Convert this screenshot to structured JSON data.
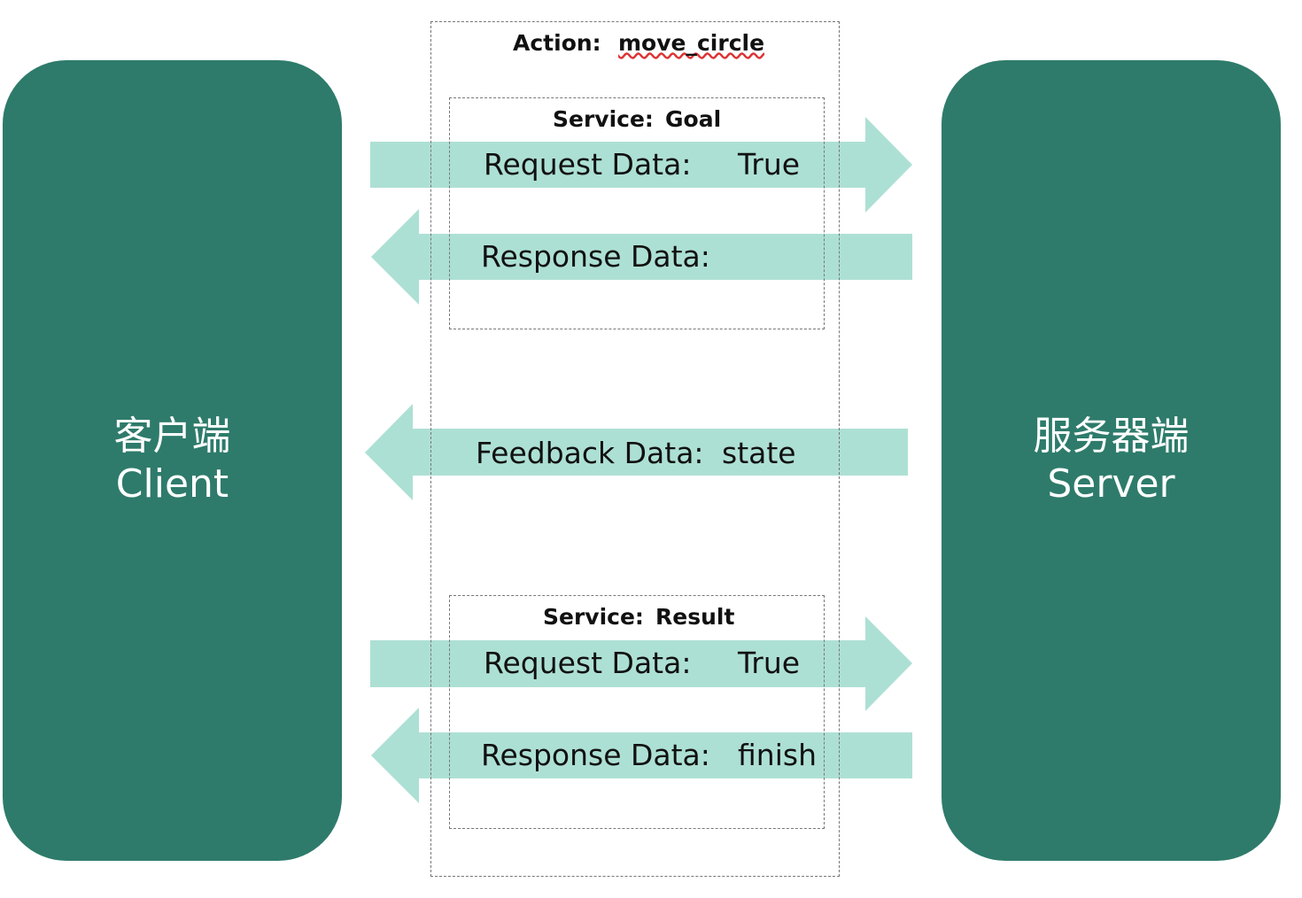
{
  "client": {
    "title_cn": "客户端",
    "title_en": "Client"
  },
  "server": {
    "title_cn": "服务器端",
    "title_en": "Server"
  },
  "action": {
    "label": "Action:",
    "value": "move_circle"
  },
  "goal_service": {
    "label": "Service:",
    "value": "Goal",
    "request": {
      "label": "Request Data:",
      "value": "True"
    },
    "response": {
      "label": "Response Data:",
      "value": ""
    }
  },
  "feedback": {
    "label": "Feedback Data:",
    "value": "state"
  },
  "result_service": {
    "label": "Service:",
    "value": "Result",
    "request": {
      "label": "Request Data:",
      "value": "True"
    },
    "response": {
      "label": "Response Data:",
      "value": "finish"
    }
  },
  "colors": {
    "node": "#2e7b6b",
    "arrow": "#ade0d4",
    "dash": "#777777"
  }
}
